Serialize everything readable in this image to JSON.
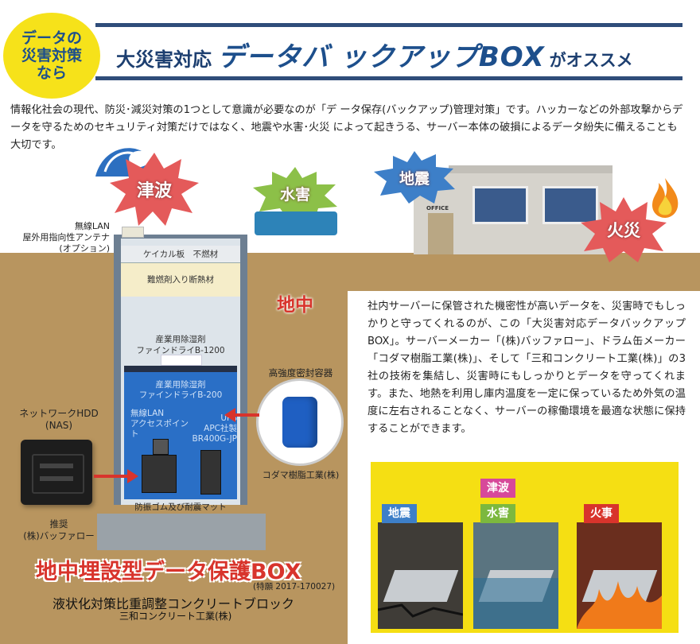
{
  "badge": {
    "line1": "データの",
    "line2": "災害対策",
    "line3": "なら"
  },
  "header": {
    "prefix": "大災害対応",
    "main": "データバ ックアップBOX",
    "suffix": "がオススメ"
  },
  "intro": "情報化社会の現代、防災･減災対策の1つとして意識が必要なのが「デ ータ保存(バックアップ)管理対策」です。ハッカーなどの外部攻撃からデータを守るためのセキュリティ対策だけではなく、地震や水害･火災 によって起きうる、サーバー本体の破損によるデータ紛失に備えることも大切です。",
  "disasters": {
    "tsunami": "津波",
    "flood": "水害",
    "quake": "地震",
    "fire": "火災"
  },
  "building": {
    "office_sign": "OFFICE"
  },
  "antenna": {
    "line1": "無線LAN",
    "line2": "屋外用指向性アンテナ",
    "line3": "(オプション)"
  },
  "box": {
    "lid": "ケイカル板　不燃材",
    "insulation": "難燃剤入り断熱材",
    "dryer1_line1": "産業用除湿剤",
    "dryer1_line2": "ファインドライB-1200",
    "dryer2_line1": "産業用除湿剤",
    "dryer2_line2": "ファインドライB-200",
    "ap_line1": "無線LAN",
    "ap_line2": "アクセスポイント",
    "ups_line1": "UPS",
    "ups_line2": "APC社製",
    "ups_line3": "BR400G-JP",
    "mat": "防振ゴム及び耐震マット"
  },
  "underground_label": "地中",
  "nas": {
    "title_line1": "ネットワークHDD",
    "title_line2": "(NAS)",
    "caption_line1": "推奨",
    "caption_line2": "(株)バッファロー"
  },
  "container": {
    "title": "高強度密封容器",
    "caption": "コダマ樹脂工業(株)"
  },
  "product": {
    "title": "地中埋設型データ保護BOX",
    "patent": "(特願 2017-170027)",
    "subtitle": "液状化対策比重調整コンクリートブロック",
    "maker": "三和コンクリート工業(株)"
  },
  "description": "社内サーバーに保管された機密性が高いデータを、災害時でもしっかりと守ってくれるのが、この「大災害対応データバックアップBOX」。サーバーメーカー「(株)バッファロー」、ドラム缶メーカー「コダマ樹脂工業(株)」、そして「三和コンクリート工業(株)」の3社の技術を集結し、災害時にもしっかりとデータを守ってくれます。また、地熱を利用し庫内温度を一定に保っているため外気の温度に左右されることなく、サーバーの稼働環境を最適な状態に保持することができます。",
  "panels": {
    "quake": "地震",
    "tsunami": "津波",
    "flood": "水害",
    "fire": "火事"
  },
  "colors": {
    "accent_red": "#d8342c",
    "navy": "#1d4f8c",
    "badge_yellow": "#f6e21a",
    "ground": "#b8955f"
  }
}
